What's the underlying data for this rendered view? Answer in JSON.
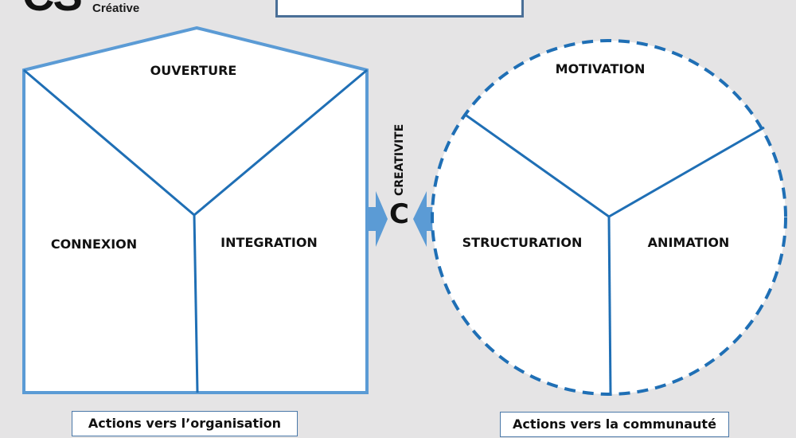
{
  "header": {
    "logo_mark": "CS",
    "logo_word": "Créative",
    "title_box_text": ""
  },
  "colors": {
    "background": "#e5e4e5",
    "outline_light": "#5b9bd5",
    "line_dark": "#1f6fb5",
    "title_border": "#4a6f97",
    "arrow_fill": "#5b9bd5"
  },
  "left_shape": {
    "type": "house-pentagon",
    "sections": [
      {
        "id": "ouverture",
        "label": "OUVERTURE"
      },
      {
        "id": "connexion",
        "label": "CONNEXION"
      },
      {
        "id": "integration",
        "label": "INTEGRATION"
      }
    ],
    "caption": "Actions vers l’organisation"
  },
  "center": {
    "vertical_label": "CREATIVITE",
    "letter": "C",
    "arrows": [
      "arrow-right-from-left",
      "arrow-left-from-right"
    ]
  },
  "right_shape": {
    "type": "dashed-circle",
    "sections": [
      {
        "id": "motivation",
        "label": "MOTIVATION"
      },
      {
        "id": "structuration",
        "label": "STRUCTURATION"
      },
      {
        "id": "animation",
        "label": "ANIMATION"
      }
    ],
    "caption": "Actions vers la communauté"
  }
}
